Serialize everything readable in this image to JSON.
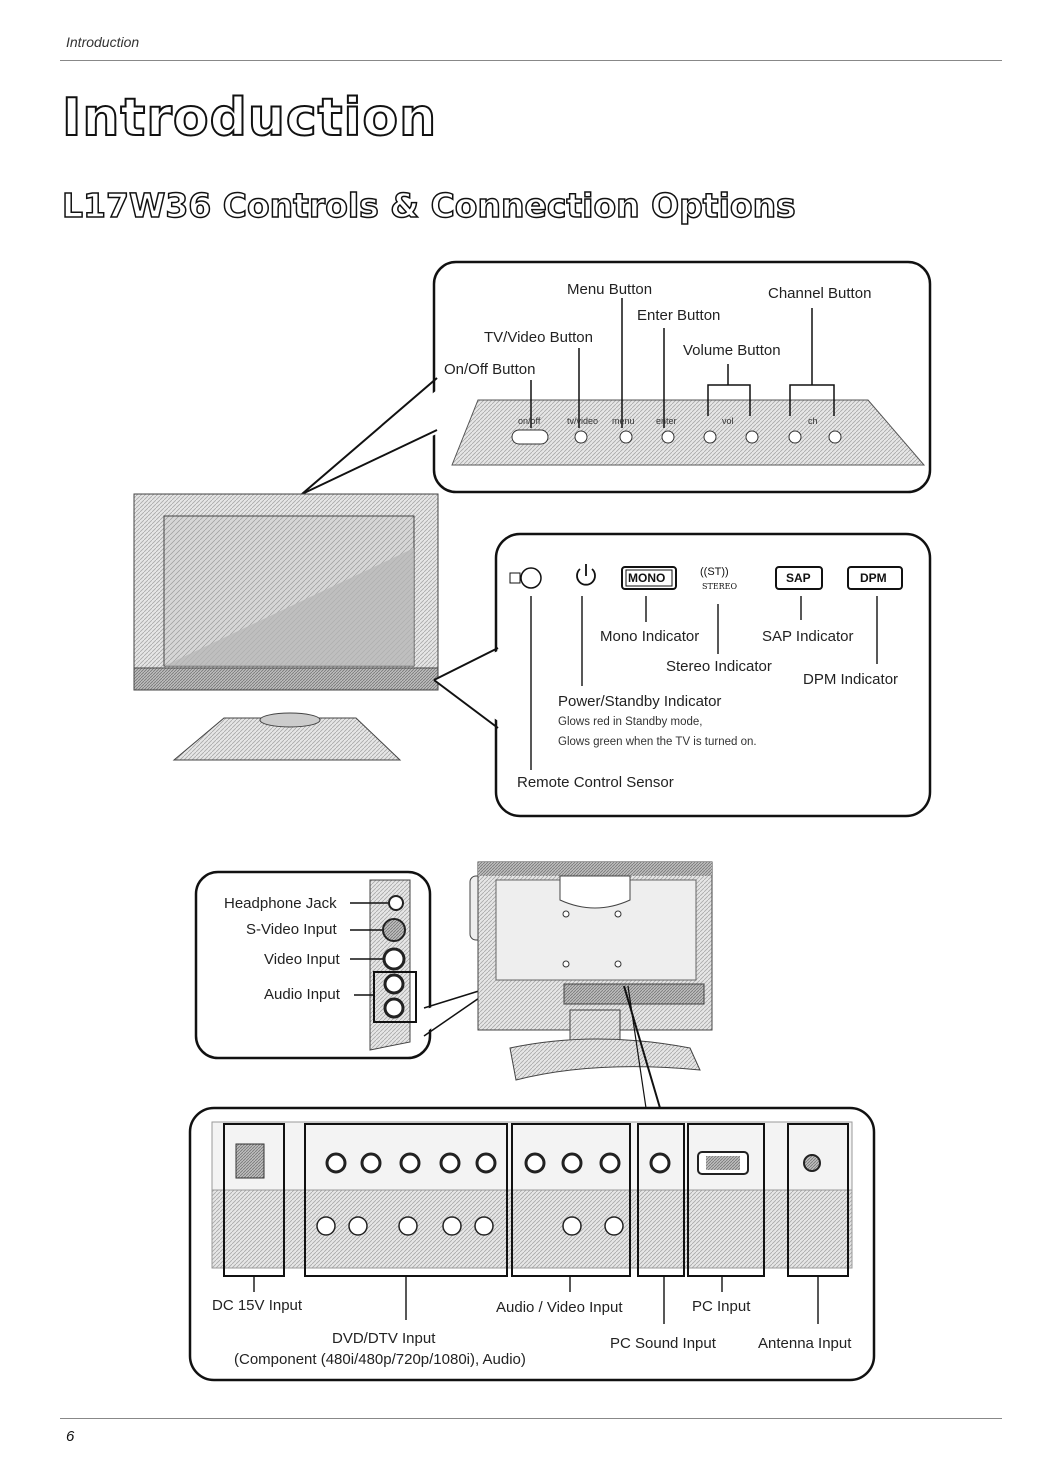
{
  "header": {
    "section": "Introduction"
  },
  "page_title": "Introduction",
  "subtitle": "L17W36 Controls & Connection Options",
  "front_controls": {
    "callouts": {
      "menu": "Menu Button",
      "channel": "Channel Button",
      "enter": "Enter Button",
      "tvvideo": "TV/Video Button",
      "volume": "Volume Button",
      "onoff": "On/Off Button"
    },
    "panel_labels": [
      "on/off",
      "tv/video",
      "menu",
      "enter",
      "vol",
      "ch"
    ]
  },
  "indicators": {
    "badges": {
      "mono": "MONO",
      "stereo_symbol": "((ST))",
      "stereo_word": "STEREO",
      "sap": "SAP",
      "dpm": "DPM"
    },
    "callouts": {
      "mono": "Mono Indicator",
      "sap": "SAP Indicator",
      "stereo": "Stereo Indicator",
      "dpm": "DPM Indicator",
      "power": "Power/Standby Indicator",
      "power_note1": "Glows red in Standby mode,",
      "power_note2": "Glows green when the TV is turned on.",
      "remote": "Remote Control Sensor"
    }
  },
  "side_inputs": {
    "headphone": "Headphone Jack",
    "svideo": "S-Video Input",
    "video": "Video Input",
    "audio": "Audio Input"
  },
  "rear_inputs": {
    "dc": "DC 15V Input",
    "av": "Audio / Video Input",
    "pc": "PC Input",
    "dvd": "DVD/DTV Input",
    "dvd_note": "(Component (480i/480p/720p/1080i), Audio)",
    "pcsound": "PC Sound Input",
    "antenna": "Antenna Input"
  },
  "footer": {
    "page_number": "6"
  }
}
